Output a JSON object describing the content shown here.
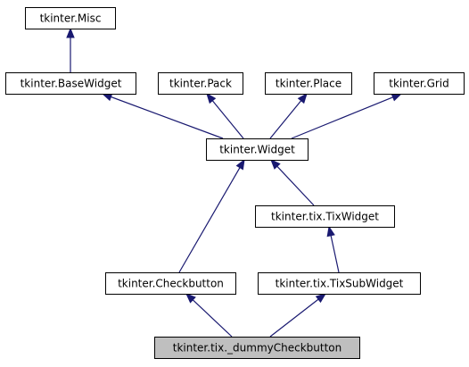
{
  "diagram": {
    "nodes": [
      {
        "id": "misc",
        "label": "tkinter.Misc",
        "highlighted": false
      },
      {
        "id": "basewidget",
        "label": "tkinter.BaseWidget",
        "highlighted": false
      },
      {
        "id": "pack",
        "label": "tkinter.Pack",
        "highlighted": false
      },
      {
        "id": "place",
        "label": "tkinter.Place",
        "highlighted": false
      },
      {
        "id": "grid",
        "label": "tkinter.Grid",
        "highlighted": false
      },
      {
        "id": "widget",
        "label": "tkinter.Widget",
        "highlighted": false
      },
      {
        "id": "tixwidget",
        "label": "tkinter.tix.TixWidget",
        "highlighted": false
      },
      {
        "id": "checkbutton",
        "label": "tkinter.Checkbutton",
        "highlighted": false
      },
      {
        "id": "tixsubwidget",
        "label": "tkinter.tix.TixSubWidget",
        "highlighted": false
      },
      {
        "id": "dummycheckbutton",
        "label": "tkinter.tix._dummyCheckbutton",
        "highlighted": true
      }
    ],
    "edges": [
      {
        "from": "basewidget",
        "to": "misc"
      },
      {
        "from": "widget",
        "to": "basewidget"
      },
      {
        "from": "widget",
        "to": "pack"
      },
      {
        "from": "widget",
        "to": "place"
      },
      {
        "from": "widget",
        "to": "grid"
      },
      {
        "from": "tixwidget",
        "to": "widget"
      },
      {
        "from": "checkbutton",
        "to": "widget"
      },
      {
        "from": "tixsubwidget",
        "to": "tixwidget"
      },
      {
        "from": "dummycheckbutton",
        "to": "checkbutton"
      },
      {
        "from": "dummycheckbutton",
        "to": "tixsubwidget"
      }
    ],
    "colors": {
      "node_fill": "#ffffff",
      "node_fill_highlighted": "#bfbfbf",
      "node_border": "#000000",
      "edge": "#191970"
    }
  }
}
